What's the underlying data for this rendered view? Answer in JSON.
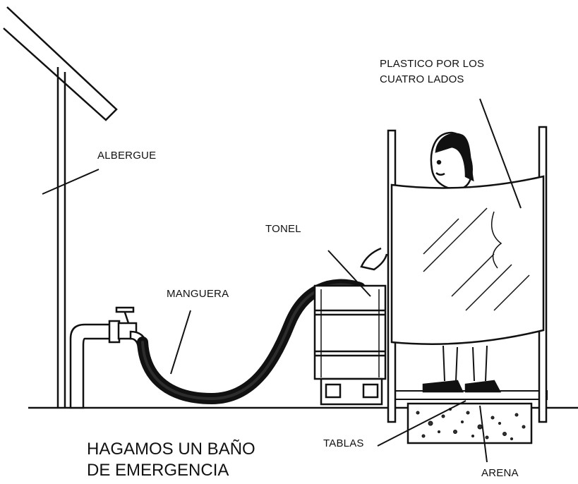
{
  "title": {
    "line1": "HAGAMOS UN BAÑO",
    "line2": "DE EMERGENCIA"
  },
  "labels": {
    "albergue": "ALBERGUE",
    "manguera": "MANGUERA",
    "tonel": "TONEL",
    "plastico_line1": "PLASTICO POR LOS",
    "plastico_line2": "CUATRO LADOS",
    "tablas": "TABLAS",
    "arena": "ARENA"
  }
}
